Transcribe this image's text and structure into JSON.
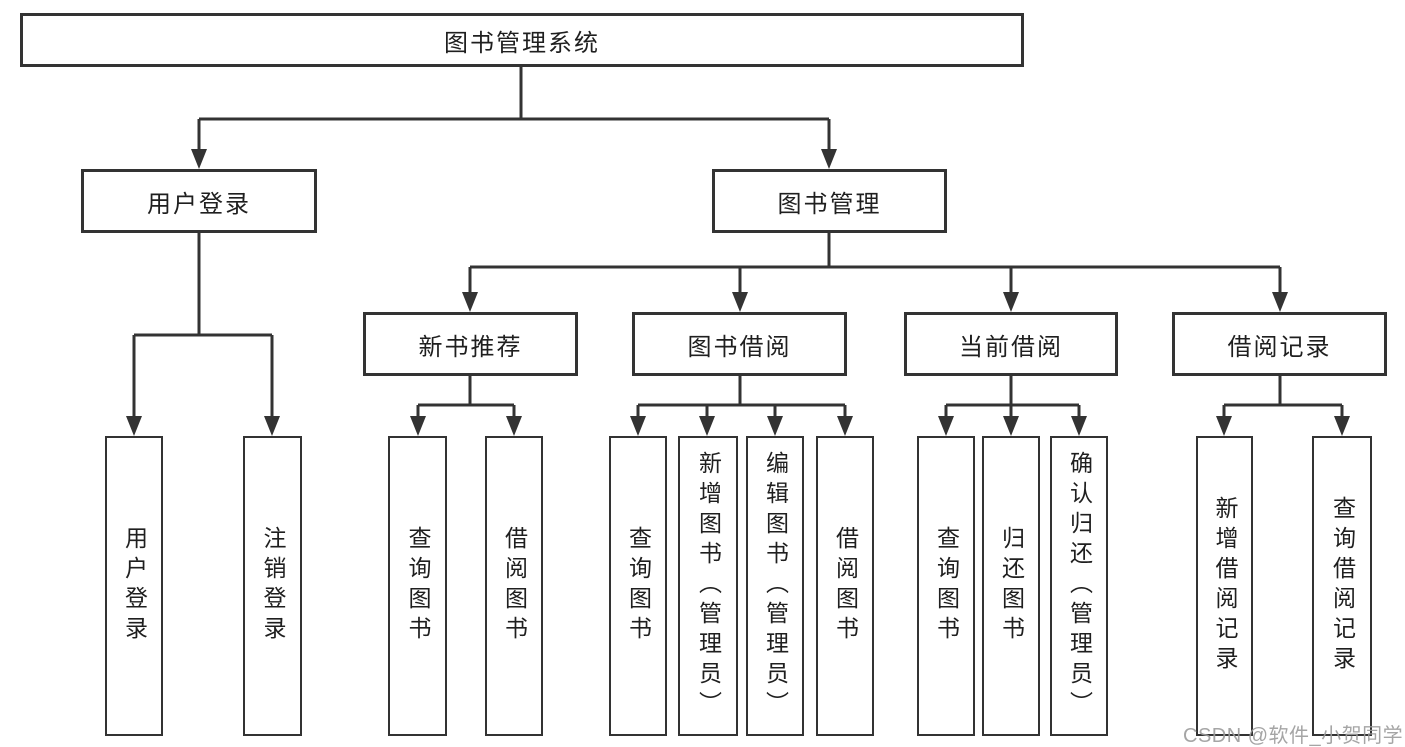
{
  "diagram": {
    "root": {
      "label": "图书管理系统"
    },
    "branches": [
      {
        "label": "用户登录",
        "children": [
          {
            "label": "用户登录"
          },
          {
            "label": "注销登录"
          }
        ]
      },
      {
        "label": "图书管理",
        "sections": [
          {
            "label": "新书推荐",
            "children": [
              {
                "label": "查询图书"
              },
              {
                "label": "借阅图书"
              }
            ]
          },
          {
            "label": "图书借阅",
            "children": [
              {
                "label": "查询图书"
              },
              {
                "label": "新增图书（管理员）"
              },
              {
                "label": "编辑图书（管理员）"
              },
              {
                "label": "借阅图书"
              }
            ]
          },
          {
            "label": "当前借阅",
            "children": [
              {
                "label": "查询图书"
              },
              {
                "label": "归还图书"
              },
              {
                "label": "确认归还（管理员）"
              }
            ]
          },
          {
            "label": "借阅记录",
            "children": [
              {
                "label": "新增借阅记录"
              },
              {
                "label": "查询借阅记录"
              }
            ]
          }
        ]
      }
    ]
  },
  "watermark": "CSDN @软件_小贺同学",
  "colors": {
    "line": "#333333",
    "text": "#1f1f1f",
    "box_bg": "#ffffff",
    "watermark": "#9c9c9c",
    "background": "#ffffff"
  }
}
